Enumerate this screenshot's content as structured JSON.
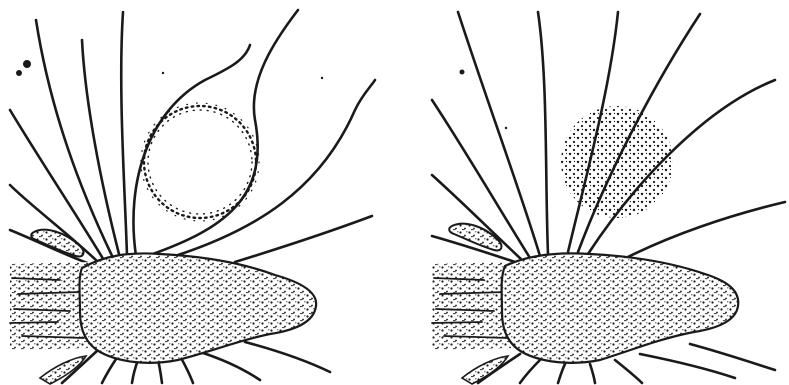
{
  "figure": {
    "panels": [
      {
        "id": "left",
        "sphere_style": "hollow-dotted-ring"
      },
      {
        "id": "right",
        "sphere_style": "filled-stippled"
      }
    ],
    "colors": {
      "ink": "#1a1a1a",
      "background": "#ffffff"
    }
  }
}
